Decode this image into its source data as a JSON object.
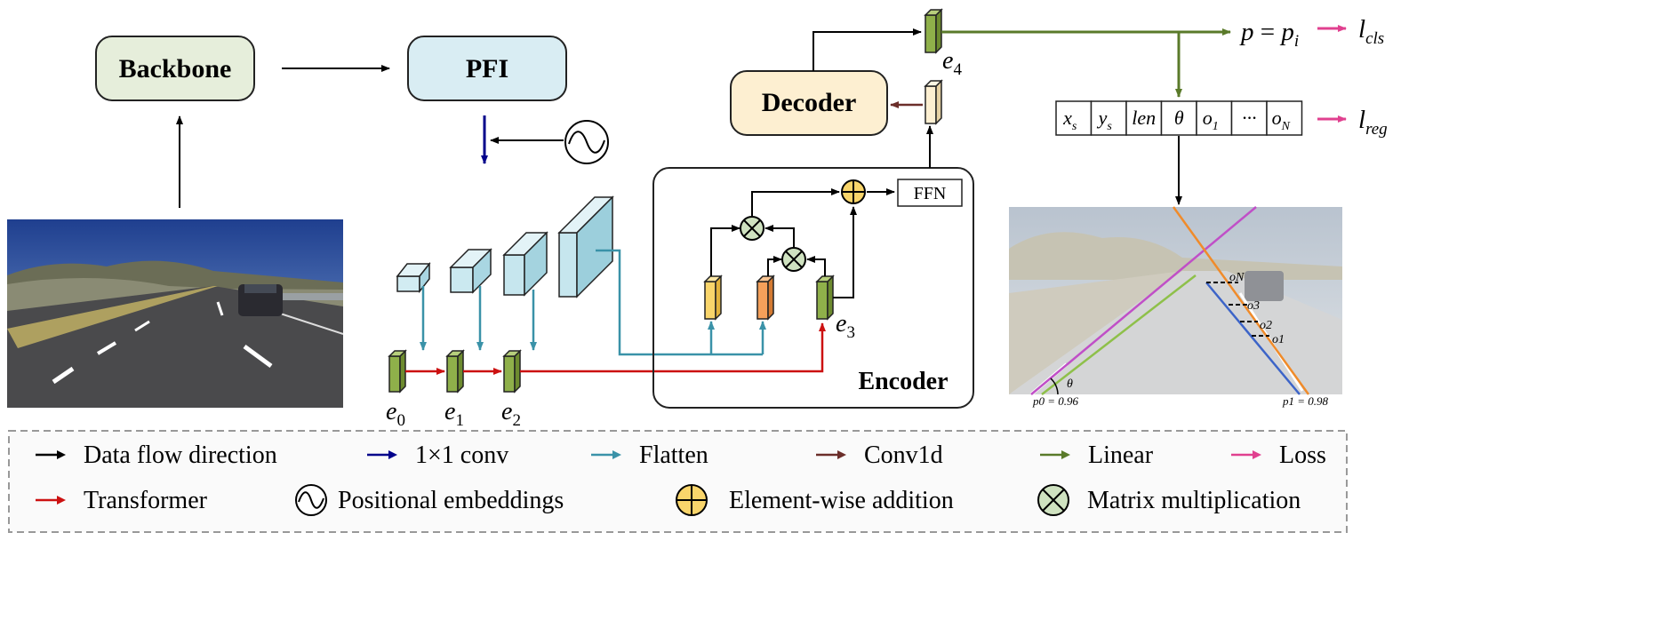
{
  "modules": {
    "backbone": "Backbone",
    "pfi": "PFI",
    "decoder": "Decoder",
    "encoder": "Encoder",
    "ffn": "FFN"
  },
  "features": {
    "e0": {
      "base": "e",
      "sub": "0"
    },
    "e1": {
      "base": "e",
      "sub": "1"
    },
    "e2": {
      "base": "e",
      "sub": "2"
    },
    "e3": {
      "base": "e",
      "sub": "3"
    },
    "e4": {
      "base": "e",
      "sub": "4"
    }
  },
  "outputs": {
    "cls_eq_p": "p",
    "cls_eq_equals": " = ",
    "cls_eq_pi": "p",
    "cls_eq_pi_sub": "i",
    "cls_loss": "l",
    "cls_loss_sub": "cls",
    "reg_loss": "l",
    "reg_loss_sub": "reg"
  },
  "reg_vector": [
    {
      "base": "x",
      "sub": "s"
    },
    {
      "base": "y",
      "sub": "s"
    },
    {
      "base": "len",
      "sub": ""
    },
    {
      "base": "θ",
      "sub": ""
    },
    {
      "base": "o",
      "sub": "1"
    },
    {
      "base": "···",
      "sub": ""
    },
    {
      "base": "o",
      "sub": "N"
    }
  ],
  "result_image": {
    "labels": {
      "oN": "oN",
      "o3": "o3",
      "o2": "o2",
      "o1": "o1",
      "theta": "θ",
      "p0": "p0 = 0.96",
      "p1": "p1 = 0.98"
    }
  },
  "legend": {
    "items": [
      {
        "label": "Data flow direction",
        "color": "#000000",
        "kind": "arrow"
      },
      {
        "label": "1×1 conv",
        "color": "#00008b",
        "kind": "arrow"
      },
      {
        "label": "Flatten",
        "color": "#3a92a8",
        "kind": "arrow"
      },
      {
        "label": "Conv1d",
        "color": "#6b2e2a",
        "kind": "arrow"
      },
      {
        "label": "Linear",
        "color": "#5a7a2a",
        "kind": "arrow"
      },
      {
        "label": "Loss",
        "color": "#e0408f",
        "kind": "arrow"
      },
      {
        "label": "Transformer",
        "color": "#cc1111",
        "kind": "arrow"
      },
      {
        "label": "Positional embeddings",
        "kind": "sine-icon"
      },
      {
        "label": "Element-wise addition",
        "kind": "add-icon"
      },
      {
        "label": "Matrix multiplication",
        "kind": "mul-icon"
      }
    ]
  },
  "colors": {
    "backbone_fill": "#e6eedb",
    "pfi_fill": "#d9edf3",
    "decoder_fill": "#fdefd1",
    "green_feature": "#8fb04a",
    "yellow_feature": "#f9d56b",
    "orange_feature": "#f5a05a",
    "cube_fill": "#bfe3ec"
  }
}
